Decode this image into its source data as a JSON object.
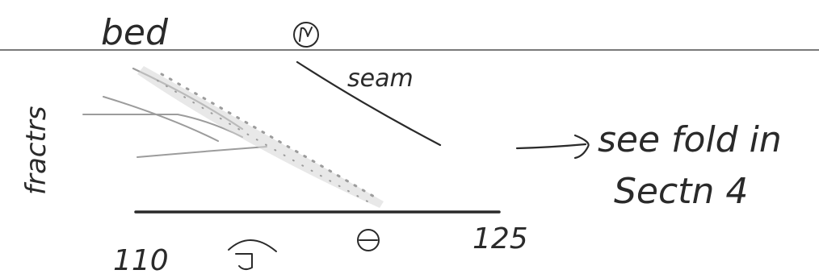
{
  "labels": {
    "bed": "bed",
    "seam": "seam",
    "fracture": "fractrs",
    "note_line1": "see fold in",
    "note_line2": "Sectn 4",
    "axis_start": "110",
    "axis_end": "125"
  },
  "symbols": {
    "circled_top": "circled-n-symbol",
    "circled_bottom": "circled-theta-symbol",
    "bottom_mark": "j-arc-symbol",
    "arrow": "right-arrow-icon"
  },
  "colors": {
    "ink": "#2a2a2a",
    "pencil": "#9c9c9c",
    "background": "#ffffff"
  }
}
